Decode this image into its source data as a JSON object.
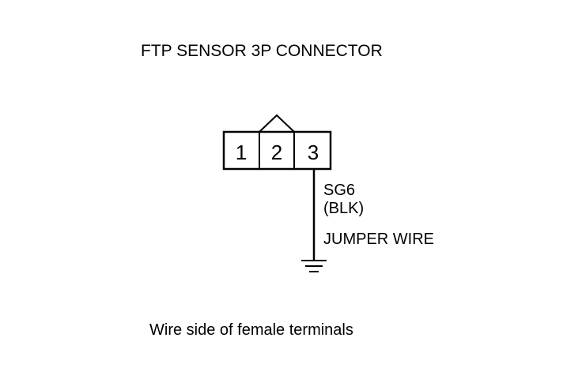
{
  "title": "FTP SENSOR 3P CONNECTOR",
  "connector": {
    "terminals": [
      "1",
      "2",
      "3"
    ]
  },
  "wire": {
    "signal": "SG6",
    "color": "(BLK)",
    "jumper": "JUMPER WIRE"
  },
  "ground_symbol": "ground-icon",
  "caption": "Wire side of female terminals",
  "colors": {
    "line": "#000000",
    "background": "#ffffff"
  }
}
